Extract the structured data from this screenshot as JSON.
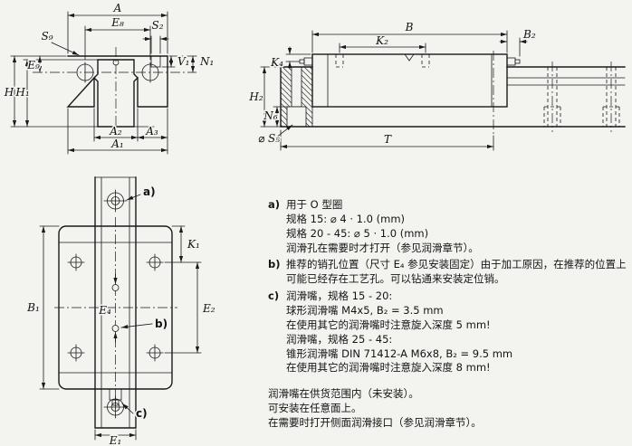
{
  "page": {
    "background": "#f3f3f0",
    "line_color": "#1a1a1a"
  },
  "front_view": {
    "title": "runner block front cross-section view",
    "dims": {
      "A": "A",
      "E8": "E₈",
      "S2": "S₂",
      "S9": "S₉",
      "E9": "E₉",
      "H": "H",
      "H1": "H₁",
      "V1": "V₁",
      "N1": "N₁",
      "A2": "A₂",
      "A3": "A₃",
      "A1": "A₁"
    }
  },
  "side_view": {
    "title": "runner block and rail side view",
    "dims": {
      "B": "B",
      "K2": "K₂",
      "B2": "B₂",
      "K4": "K₄",
      "H2": "H₂",
      "N6": "N₆",
      "S5": "⌀ S₅",
      "T": "T"
    }
  },
  "top_view": {
    "title": "runner block and rail top view",
    "dims": {
      "K1": "K₁",
      "B1": "B₁",
      "E2": "E₂",
      "E4": "E₄",
      "E1": "E₁"
    },
    "callouts": {
      "a": "a)",
      "b": "b)",
      "c": "c)"
    }
  },
  "notes": {
    "a": {
      "label": "a)",
      "lines": [
        "用于 O 型圈",
        "规格 15: ⌀ 4 · 1.0 (mm)",
        "规格 20 - 45: ⌀ 5 · 1.0 (mm)",
        "润滑孔在需要时才打开（参见润滑章节）。"
      ]
    },
    "b": {
      "label": "b)",
      "lines": [
        "推荐的销孔位置（尺寸 E₄ 参见安装固定）由于加工原因，在推荐的位置上可能已经存在工艺孔。可以钻通来安装定位销。"
      ]
    },
    "c": {
      "label": "c)",
      "lines": [
        "润滑嘴，规格 15 - 20:",
        "球形润滑嘴 M4x5, B₂ = 3.5 mm",
        "在使用其它的润滑嘴时注意旋入深度 5 mm!",
        "润滑嘴，规格 25 - 45:",
        "锥形润滑嘴 DIN 71412-A M6x8, B₂ = 9.5 mm",
        "在使用其它的润滑嘴时注意旋入深度 8 mm!"
      ]
    },
    "footer_lines": [
      "润滑嘴在供货范围内（未安装）。",
      "可安装在任意面上。",
      "在需要时打开侧面润滑接口（参见润滑章节）。"
    ]
  }
}
